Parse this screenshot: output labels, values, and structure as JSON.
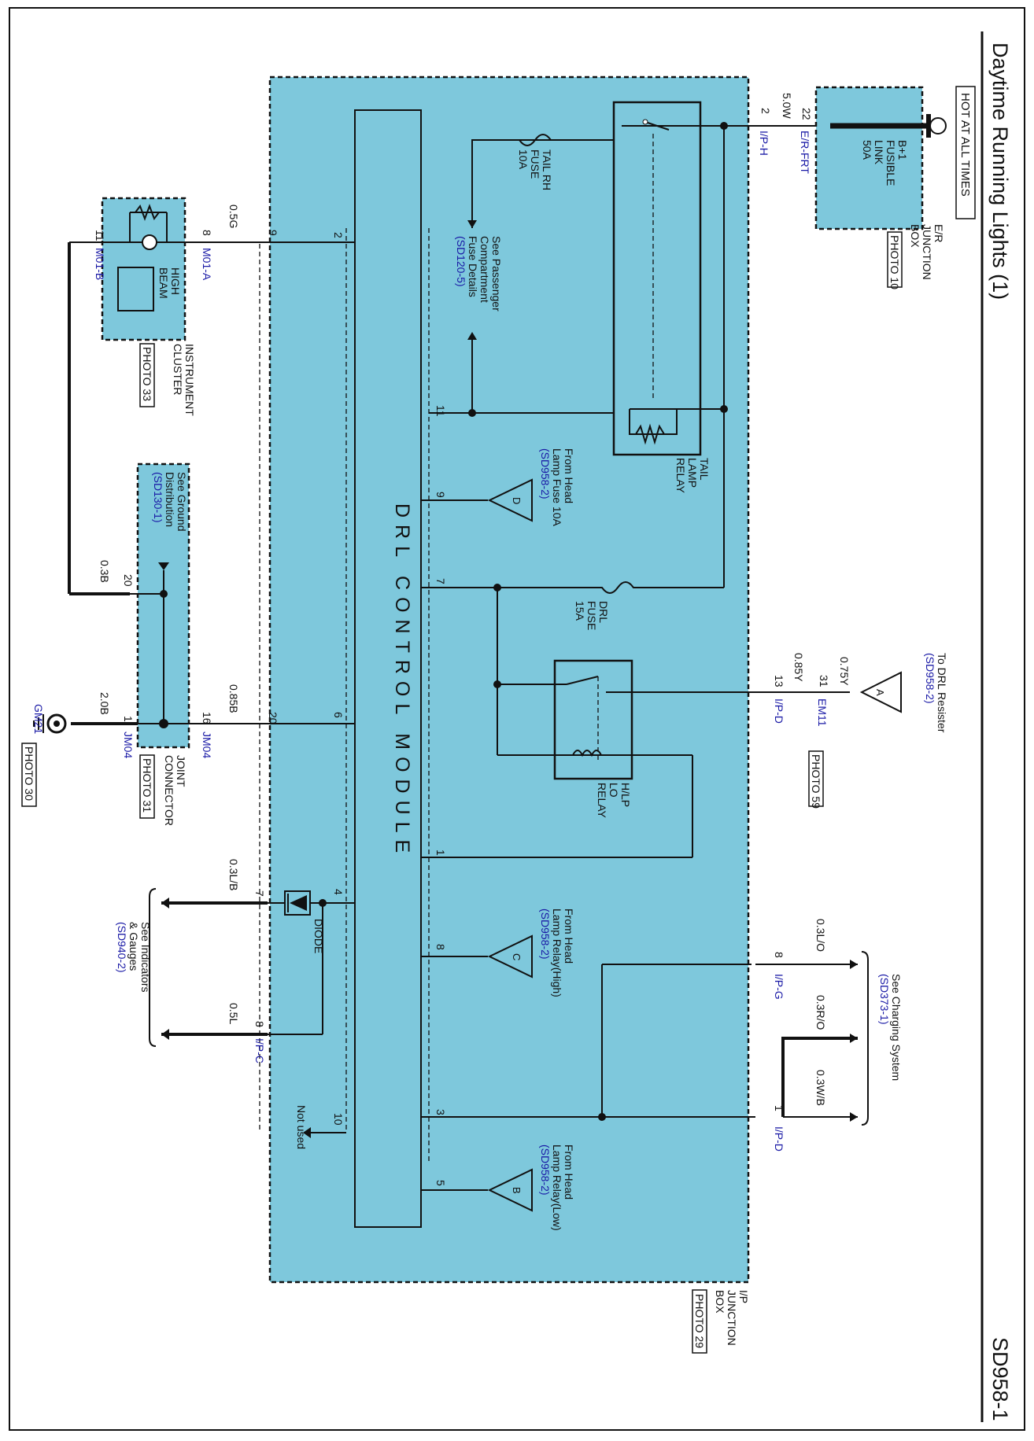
{
  "title": "Daytime Running Lights (1)",
  "page_id": "SD958-1",
  "colors": {
    "module_fill": "#7ec8dc",
    "link_text": "#1a1aa6"
  },
  "er_box": {
    "hot_label": "HOT AT ALL TIMES",
    "fusible": [
      "B+1",
      "FUSIBLE",
      "LINK",
      "50A"
    ],
    "name": [
      "E/R",
      "JUNCTION",
      "BOX"
    ],
    "photo": "PHOTO 10"
  },
  "wire_top": {
    "pin22": "22",
    "pin2": "2",
    "gauge": "5.0W",
    "conn_left": "E/R-FRT",
    "conn_right": "I/P-H"
  },
  "tail_fuse": [
    "TAIL RH",
    "FUSE",
    "10A"
  ],
  "passenger_note": {
    "lines": [
      "See Passenger",
      "Compartment",
      "Fuse Details"
    ],
    "ref": "(SD120-5)"
  },
  "tail_relay": [
    "TAIL",
    "LAMP",
    "RELAY"
  ],
  "module_label": "DRL CONTROL MODULE",
  "module_pins": {
    "p2": "2",
    "p11": "11",
    "p9": "9",
    "p7": "7",
    "p6": "6",
    "p1": "1",
    "p4": "4",
    "p8": "8",
    "p3": "3",
    "p10": "10",
    "p5": "5"
  },
  "from_d": {
    "lines": [
      "From Head",
      "Lamp Fuse 10A"
    ],
    "ref": "(SD958-2)",
    "letter": "D"
  },
  "from_c": {
    "lines": [
      "From Head",
      "Lamp Relay(High)"
    ],
    "ref": "(SD958-2)",
    "letter": "C"
  },
  "from_b": {
    "lines": [
      "From Head",
      "Lamp Relay(Low)"
    ],
    "ref": "(SD958-2)",
    "letter": "B"
  },
  "drl_fuse": [
    "DRL",
    "FUSE",
    "15A"
  ],
  "hlp_relay": [
    "H/LP",
    "LO",
    "RELAY"
  ],
  "drl_resister": {
    "lines": [
      "To DRL Resister"
    ],
    "ref": "(SD958-2)",
    "letter": "A"
  },
  "em11": {
    "pin31": "31",
    "pin13": "13",
    "g1": "0.75Y",
    "g2": "0.85Y",
    "conn_left": "EM11",
    "conn_right": "I/P-D",
    "photo": "PHOTO 59"
  },
  "charging": {
    "lines": [
      "See Charging System"
    ],
    "ref": "(SD373-1)",
    "wires": [
      "0.3L/O",
      "0.3R/O",
      "0.3W/B"
    ],
    "pin8": "8",
    "conn8": "I/P-G",
    "pin1": "1",
    "conn1": "I/P-D"
  },
  "ip_box": {
    "name": [
      "I/P",
      "JUNCTION",
      "BOX"
    ],
    "photo": "PHOTO 29"
  },
  "cluster": {
    "pin9": "9",
    "pin8": "8",
    "pin11": "11",
    "gauge_g": "0.5G",
    "conn_a": "M01-A",
    "conn_b": "M01-B",
    "label": [
      "HIGH",
      "BEAM"
    ],
    "name": [
      "INSTRUMENT",
      "CLUSTER"
    ],
    "photo": "PHOTO 33"
  },
  "ground_dist": {
    "lines": [
      "See Ground",
      "Distribution"
    ],
    "ref": "(SD130-1)"
  },
  "joint": {
    "pin20": "20",
    "pin20b": "20",
    "pin16": "16",
    "pin1": "1",
    "g03b": "0.3B",
    "g085b": "0.85B",
    "g20b": "2.0B",
    "conn_a": "JM04",
    "conn_b": "JM04",
    "name": [
      "JOINT",
      "CONNECTOR"
    ],
    "photo": "PHOTO 31"
  },
  "ground": {
    "id": "GM21",
    "photo": "PHOTO 30"
  },
  "diode": {
    "label": "DIODE",
    "pin7": "7",
    "pin8": "8",
    "g1": "0.3L/B",
    "g2": "0.5L",
    "conn": "I/P-C"
  },
  "indicators": {
    "lines": [
      "See Indicators",
      "& Gauges"
    ],
    "ref": "(SD940-2)"
  },
  "not_used": "Not used"
}
